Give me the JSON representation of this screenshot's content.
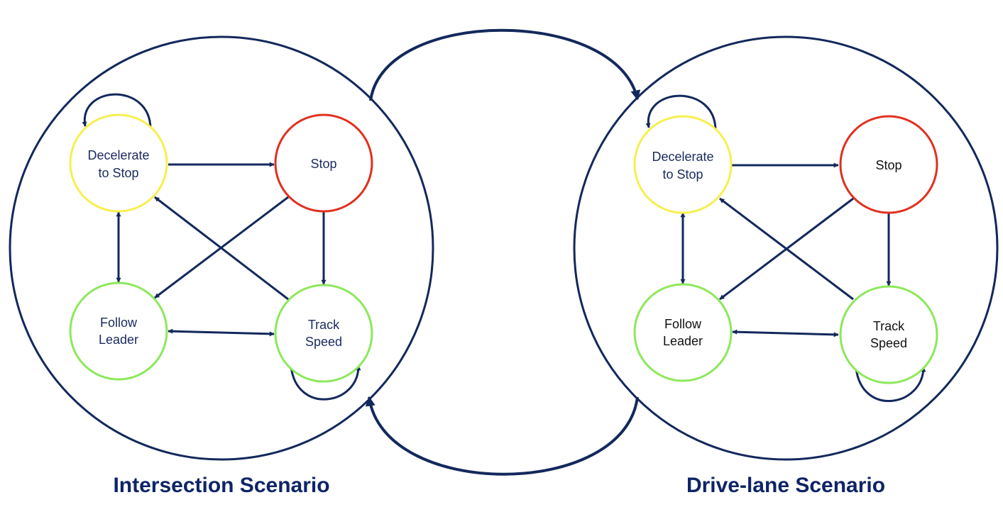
{
  "colors": {
    "ink": "#13285c",
    "yellow": "#f7ef4e",
    "red": "#e0301e",
    "green": "#8de85a"
  },
  "scenarios": [
    {
      "title": "Intersection Scenario",
      "states": {
        "decelerate": [
          "Decelerate",
          "to Stop"
        ],
        "stop": [
          "Stop"
        ],
        "follow": [
          "Follow",
          "Leader"
        ],
        "track": [
          "Track",
          "Speed"
        ]
      }
    },
    {
      "title": "Drive-lane Scenario",
      "states": {
        "decelerate": [
          "Decelerate",
          "to Stop"
        ],
        "stop": [
          "Stop"
        ],
        "follow": [
          "Follow",
          "Leader"
        ],
        "track": [
          "Track",
          "Speed"
        ]
      }
    }
  ]
}
